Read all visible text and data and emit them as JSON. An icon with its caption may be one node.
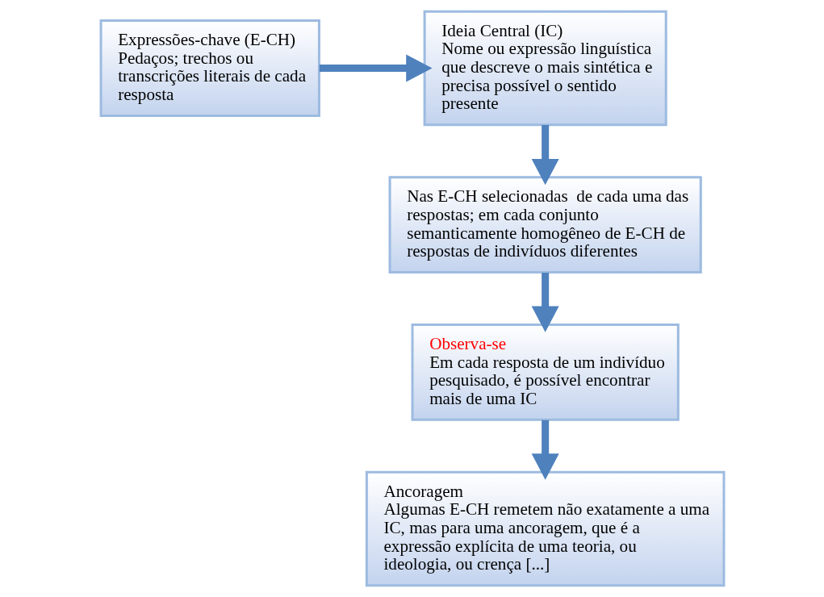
{
  "diagram": {
    "nodes": [
      {
        "text": [
          "Expressões-chave (E-CH)",
          "Pedaços; trechos ou transcrições literais de cada resposta"
        ]
      },
      {
        "text": [
          "Ideia Central (IC)",
          "Nome ou expressão linguística que descreve o mais sintética e precisa possível o sentido presente"
        ]
      },
      {
        "text": [
          "Nas E-CH selecionadas  de cada uma das respostas; em cada conjunto semanticamente homogêneo de E-CH de respostas de indivíduos diferentes"
        ]
      },
      {
        "text": [
          "Observa-se",
          "Em cada resposta de um indivíduo pesquisado, é possível encontrar mais de uma IC"
        ]
      },
      {
        "text": [
          "Ancoragem",
          "Algumas E-CH remetem não exatamente a uma IC, mas para uma ancoragem, que é a expressão explícita de uma teoria, ou ideologia, ou crença [...]"
        ]
      }
    ],
    "edges": [
      {
        "from": 0,
        "to": 1,
        "arrow": "to"
      },
      {
        "from": 1,
        "to": 2,
        "arrow": "to"
      },
      {
        "from": 2,
        "to": 3,
        "arrow": "to"
      },
      {
        "from": 3,
        "to": 4,
        "arrow": "to"
      }
    ]
  }
}
